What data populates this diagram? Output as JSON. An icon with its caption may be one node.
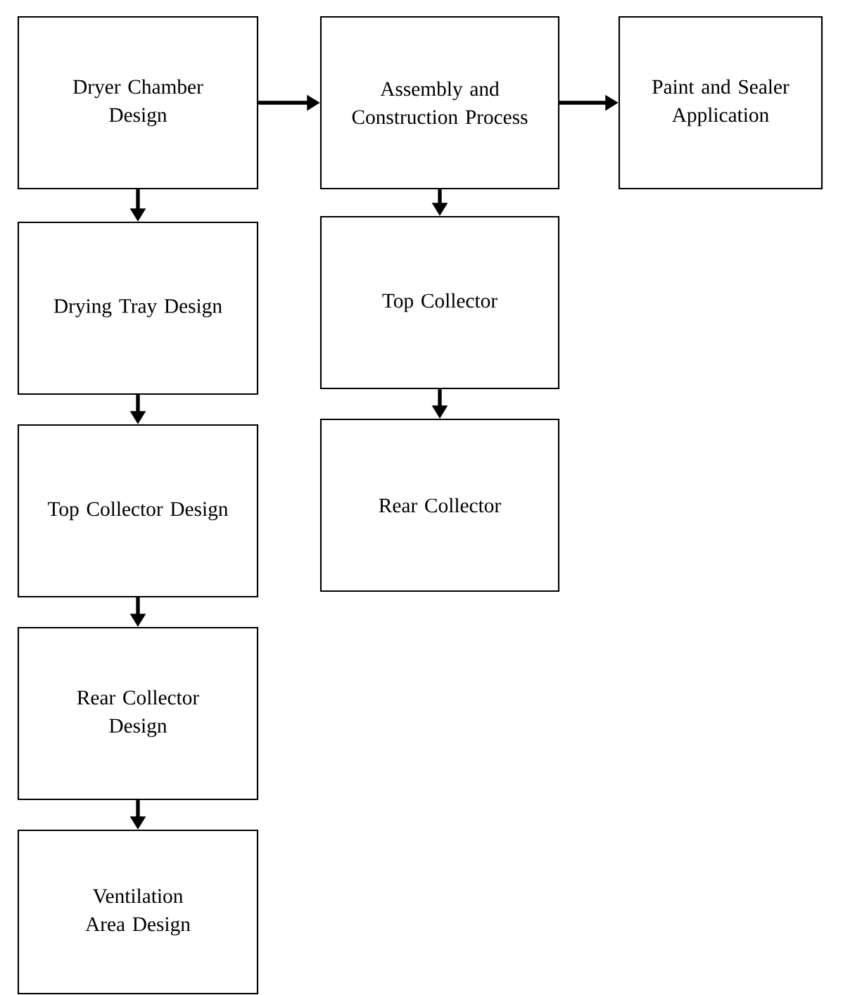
{
  "diagram": {
    "nodes": [
      {
        "text": [
          "Dryer Chamber Design"
        ]
      },
      {
        "text": [
          "Assembly and Construction Process"
        ]
      },
      {
        "text": [
          "Paint and Sealer Application"
        ]
      },
      {
        "text": [
          "Drying Tray Design"
        ]
      },
      {
        "text": [
          "Top Collector Design"
        ]
      },
      {
        "text": [
          "Rear Collector Design"
        ]
      },
      {
        "text": [
          "Ventilation Area Design"
        ]
      },
      {
        "text": [
          "Top Collector"
        ]
      },
      {
        "text": [
          "Rear Collector"
        ]
      }
    ],
    "edges": [
      {
        "from": 0,
        "to": 1,
        "arrow": "to"
      },
      {
        "from": 1,
        "to": 2,
        "arrow": "to"
      },
      {
        "from": 0,
        "to": 3,
        "arrow": "to"
      },
      {
        "from": 3,
        "to": 4,
        "arrow": "to"
      },
      {
        "from": 4,
        "to": 5,
        "arrow": "to"
      },
      {
        "from": 5,
        "to": 6,
        "arrow": "to"
      },
      {
        "from": 1,
        "to": 7,
        "arrow": "to"
      },
      {
        "from": 7,
        "to": 8,
        "arrow": "to"
      }
    ]
  }
}
